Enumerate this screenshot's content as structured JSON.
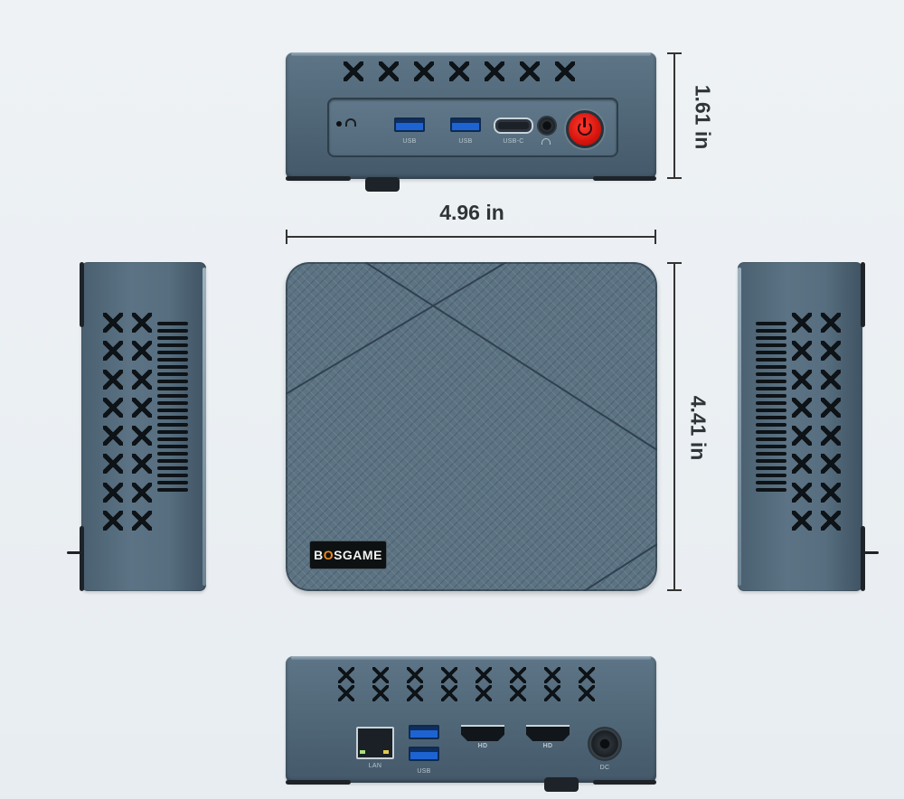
{
  "dimensions": {
    "height_label": "1.61 in",
    "width_label": "4.96 in",
    "depth_label": "4.41 in"
  },
  "front_ports": {
    "usb_1": "USB",
    "usb_2": "USB",
    "usb_c": "USB-C"
  },
  "rear_ports": {
    "lan": "LAN",
    "usb": "USB",
    "hdmi_1": "HD",
    "hdmi_2": "HD",
    "dc": "DC"
  },
  "logo": {
    "prefix": "B",
    "accent": "O",
    "suffix": "SGAME"
  },
  "colors": {
    "body": "#566e7f",
    "power_button": "#d5150d",
    "usb_blue": "#1d64d2",
    "logo_accent": "#f08a1c"
  }
}
